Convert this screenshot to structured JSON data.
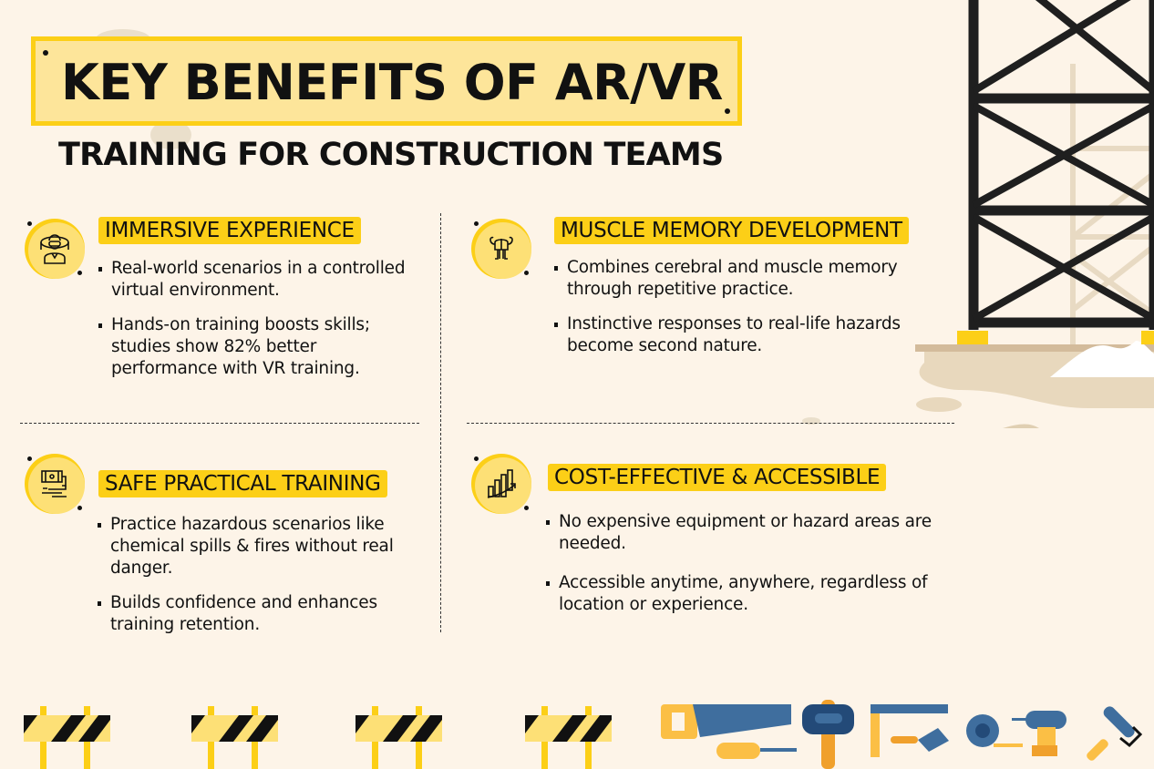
{
  "header": {
    "title": "KEY BENEFITS OF AR/VR",
    "subtitle": "TRAINING FOR CONSTRUCTION TEAMS"
  },
  "colors": {
    "background": "#fdf4e8",
    "accent_yellow": "#fccf17",
    "light_yellow": "#fde59a",
    "text": "#111111",
    "tool_blue": "#3f6e9e",
    "tool_orange": "#f0a02c",
    "sand": "#e8d8bd"
  },
  "sections": [
    {
      "icon": "vr-worker-icon",
      "heading": "IMMERSIVE EXPERIENCE",
      "bullets": [
        "Real-world scenarios in a controlled virtual environment.",
        "Hands-on training boosts skills; studies show 82% better performance with VR training."
      ]
    },
    {
      "icon": "muscle-brain-icon",
      "heading": "MUSCLE MEMORY DEVELOPMENT",
      "bullets": [
        "Combines cerebral and muscle memory through repetitive practice.",
        "Instinctive responses to real-life hazards become second nature."
      ]
    },
    {
      "icon": "hazard-pipe-icon",
      "heading": "SAFE PRACTICAL TRAINING",
      "bullets": [
        "Practice hazardous scenarios like chemical spills & fires without real danger.",
        "Builds confidence and enhances training retention."
      ]
    },
    {
      "icon": "growth-chart-icon",
      "heading": "COST-EFFECTIVE & ACCESSIBLE",
      "bullets": [
        "No expensive equipment or hazard areas are needed.",
        "Accessible anytime, anywhere, regardless of location or experience."
      ]
    }
  ],
  "decorations": {
    "barriers": 4,
    "tools": [
      "saw-icon",
      "screwdriver-icon",
      "sledgehammer-icon",
      "square-ruler-icon",
      "trowel-icon",
      "tape-measure-icon",
      "drill-icon",
      "paint-roller-icon"
    ]
  }
}
